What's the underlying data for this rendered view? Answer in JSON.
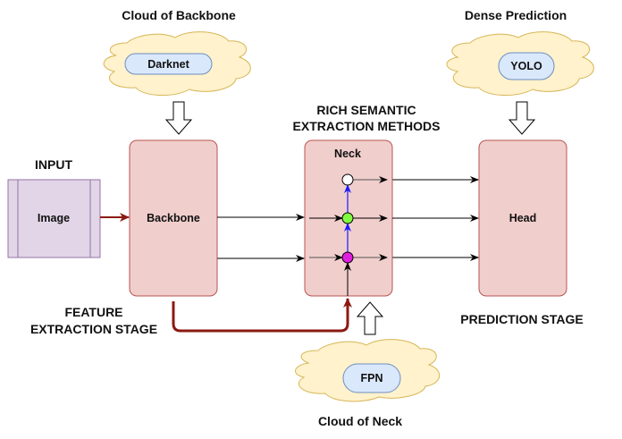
{
  "colors": {
    "block_fill": "#f0cecc",
    "block_stroke": "#b85450",
    "input_fill": "#e1d5e7",
    "input_stroke": "#9673a6",
    "cloud_fill": "#fff2cc",
    "cloud_stroke": "#d6b656",
    "pill_fill": "#dae8fc",
    "pill_stroke": "#6c8ebf",
    "red_arrow": "#8b1a12",
    "blue_arrow": "#1a1aff",
    "node_white": "#ffffff",
    "node_green": "#80ff40",
    "node_magenta": "#e020e0"
  },
  "labels": {
    "cloud_backbone_title": "Cloud of Backbone",
    "cloud_backbone_item": "Darknet",
    "dense_prediction_title": "Dense Prediction",
    "dense_prediction_item": "YOLO",
    "neck_methods_line1": "RICH SEMANTIC",
    "neck_methods_line2": "EXTRACTION METHODS",
    "input_title": "INPUT",
    "input_block": "Image",
    "backbone_block": "Backbone",
    "neck_block": "Neck",
    "head_block": "Head",
    "feature_stage_line1": "FEATURE",
    "feature_stage_line2": "EXTRACTION STAGE",
    "prediction_stage": "PREDICTION STAGE",
    "cloud_neck_item": "FPN",
    "cloud_neck_title": "Cloud of Neck"
  }
}
